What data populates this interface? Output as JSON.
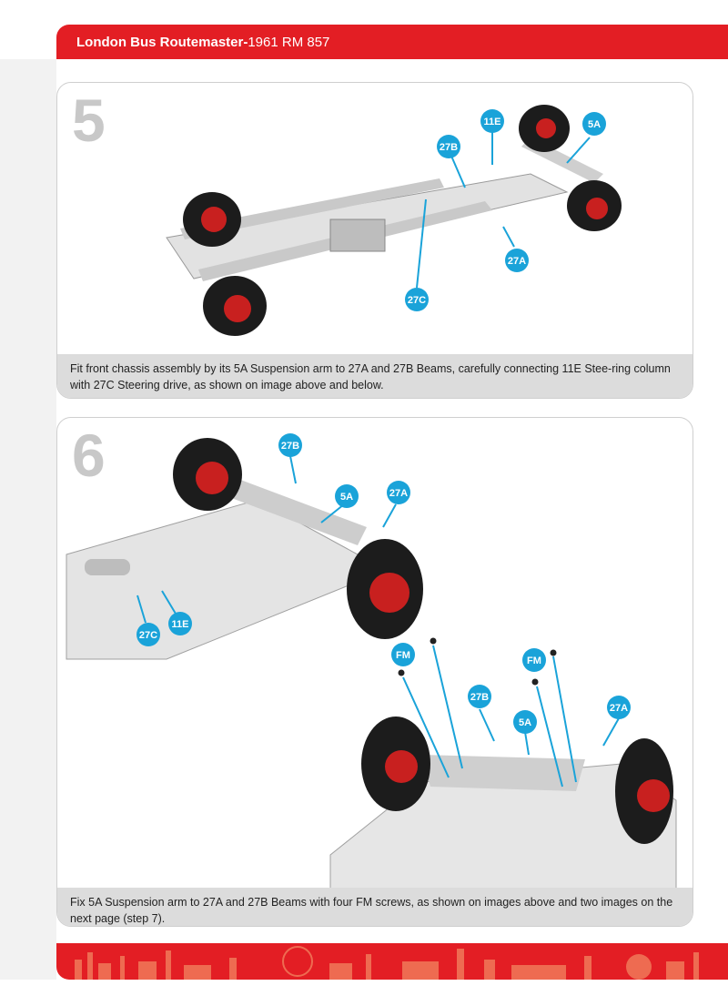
{
  "header": {
    "title_bold": "London Bus Routemaster-",
    "title_regular": "1961 RM 857",
    "color": "#e31e24"
  },
  "step5": {
    "number": "5",
    "labels": {
      "c11E": "11E",
      "c27B": "27B",
      "c5A": "5A",
      "c27A": "27A",
      "c27C": "27C"
    },
    "caption": "Fit front chassis assembly by its 5A Suspension arm to 27A and 27B Beams, carefully connecting 11E Stee-ring column with 27C Steering drive, as shown on image above and below."
  },
  "step6": {
    "number": "6",
    "labels_top": {
      "c27B": "27B",
      "c5A": "5A",
      "c27A": "27A",
      "c11E": "11E",
      "c27C": "27C"
    },
    "labels_bottom": {
      "cFM1": "FM",
      "cFM2": "FM",
      "c27B": "27B",
      "c5A": "5A",
      "c27A": "27A"
    },
    "caption": "Fix 5A Suspension arm to 27A and 27B Beams with four FM screws, as shown on images above and two images on the next page (step 7)."
  },
  "colors": {
    "callout": "#1aa3d9",
    "tyre": "#1c1c1c",
    "hub": "#c8201f",
    "chassis": "#d4d4d4"
  }
}
